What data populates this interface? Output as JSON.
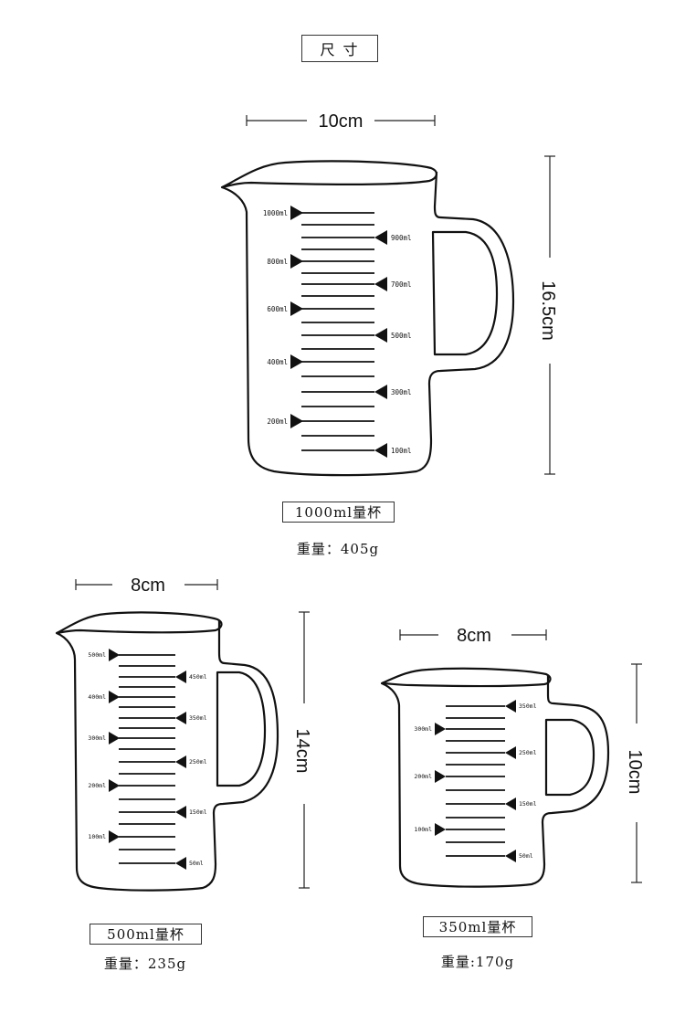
{
  "header": {
    "title": "尺 寸"
  },
  "cups": [
    {
      "id": "large",
      "width_label": "10cm",
      "height_label": "16.5cm",
      "name": "1000ml量杯",
      "weight": "重量：405g",
      "marks_left": [
        "1000ml",
        "800ml",
        "600ml",
        "400ml",
        "200ml"
      ],
      "marks_right": [
        "900ml",
        "700ml",
        "500ml",
        "300ml",
        "100ml"
      ]
    },
    {
      "id": "medium",
      "width_label": "8cm",
      "height_label": "14cm",
      "name": "500ml量杯",
      "weight": "重量：235g",
      "marks_left": [
        "500ml",
        "400ml",
        "300ml",
        "200ml",
        "100ml"
      ],
      "marks_right": [
        "450ml",
        "350ml",
        "250ml",
        "150ml",
        "50ml"
      ]
    },
    {
      "id": "small",
      "width_label": "8cm",
      "height_label": "10cm",
      "name": "350ml量杯",
      "weight": "重量:170g",
      "marks_left": [
        "300ml",
        "200ml",
        "100ml"
      ],
      "marks_right": [
        "350ml",
        "250ml",
        "150ml",
        "50ml"
      ]
    }
  ]
}
